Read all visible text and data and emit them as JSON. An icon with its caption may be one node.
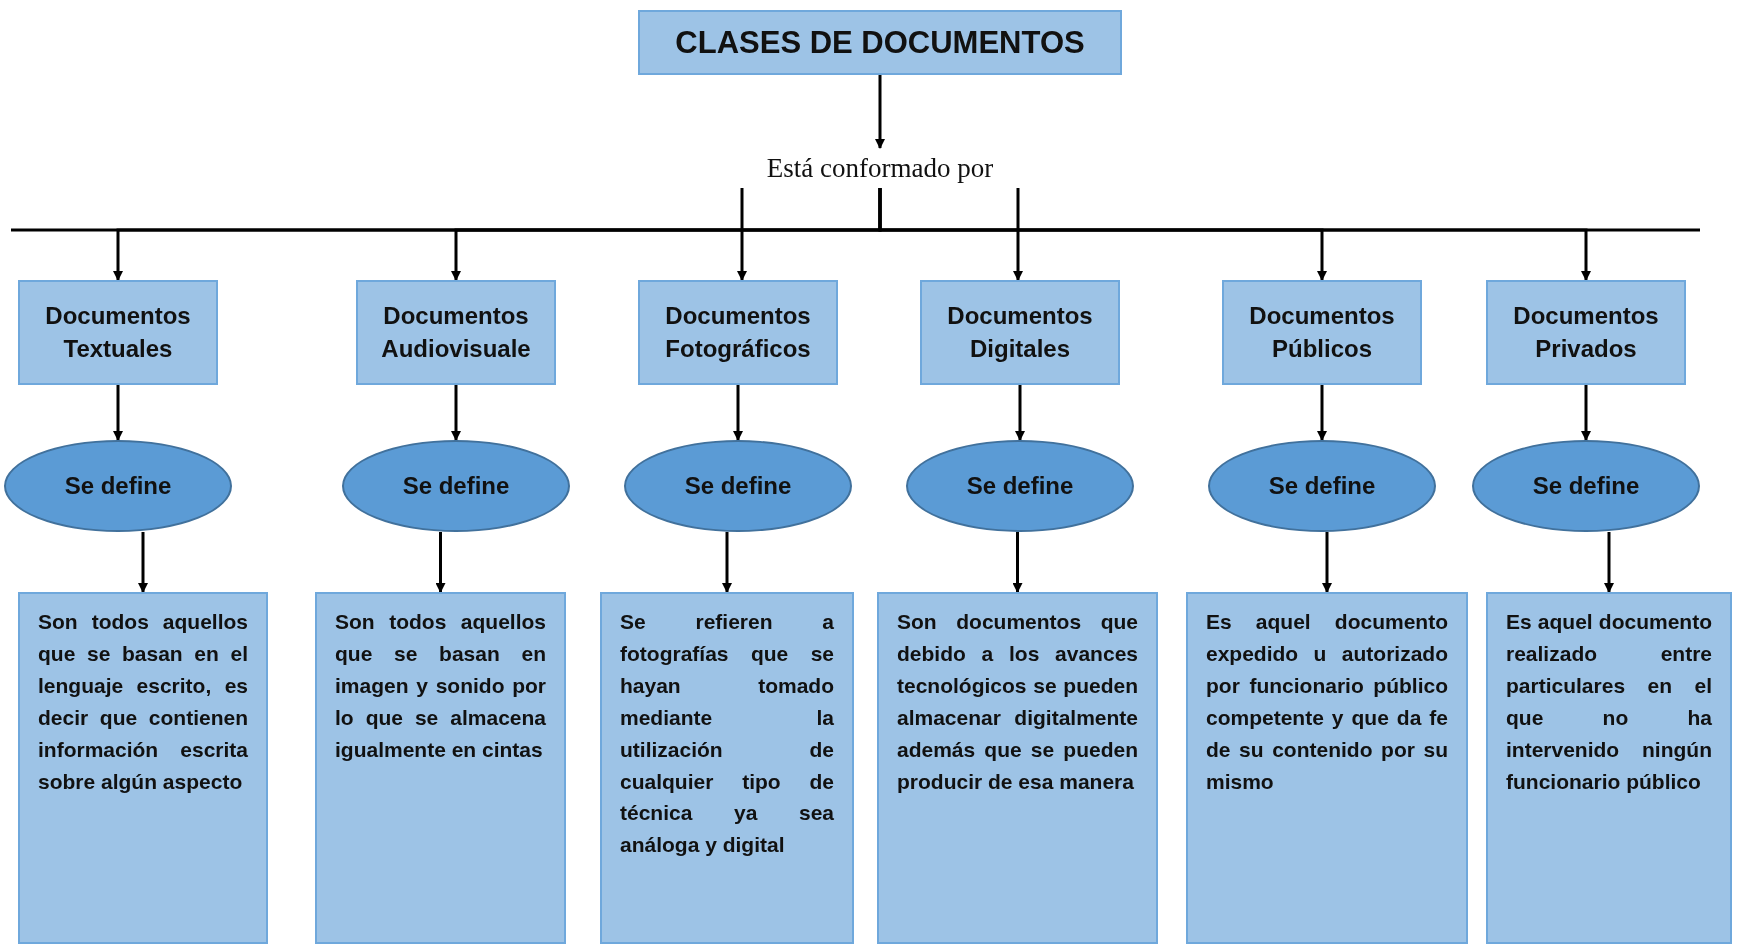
{
  "diagram": {
    "nodes": [
      {
        "text": [
          "CLASES DE DOCUMENTOS"
        ]
      },
      {
        "text": [
          "Está conformado por"
        ]
      },
      {
        "text": [
          "Documentos Textuales"
        ]
      },
      {
        "text": [
          "Se define"
        ]
      },
      {
        "text": [
          "Son todos aquellos que se basan en el lenguaje escrito, es decir que contienen información escrita sobre algún aspecto"
        ]
      },
      {
        "text": [
          "Documentos Audiovisuale"
        ]
      },
      {
        "text": [
          "Se define"
        ]
      },
      {
        "text": [
          "Son todos aquellos que se basan en imagen y sonido por lo que se almacena igualmente en cintas"
        ]
      },
      {
        "text": [
          "Documentos Fotográficos"
        ]
      },
      {
        "text": [
          "Se define"
        ]
      },
      {
        "text": [
          "Se refieren a fotografías que se hayan tomado mediante la utilización de cualquier tipo de técnica ya sea análoga y digital"
        ]
      },
      {
        "text": [
          "Documentos Digitales"
        ]
      },
      {
        "text": [
          "Se define"
        ]
      },
      {
        "text": [
          "Son documentos que debido a los avances tecnológicos se pueden almacenar digitalmente además que se pueden producir de esa manera"
        ]
      },
      {
        "text": [
          "Documentos Públicos"
        ]
      },
      {
        "text": [
          "Se define"
        ]
      },
      {
        "text": [
          "Es aquel documento expedido u autorizado por funcionario público competente y que da fe de su contenido por su mismo"
        ]
      },
      {
        "text": [
          "Documentos Privados"
        ]
      },
      {
        "text": [
          "Se define"
        ]
      },
      {
        "text": [
          "Es aquel documento realizado entre particulares en el que no ha intervenido ningún funcionario público"
        ]
      }
    ],
    "edges": [
      {
        "from": 0,
        "to": 1,
        "arrow": "to"
      },
      {
        "from": 1,
        "to": 2,
        "arrow": "to"
      },
      {
        "from": 1,
        "to": 5,
        "arrow": "to"
      },
      {
        "from": 1,
        "to": 8,
        "arrow": "to"
      },
      {
        "from": 1,
        "to": 11,
        "arrow": "to"
      },
      {
        "from": 1,
        "to": 14,
        "arrow": "to"
      },
      {
        "from": 1,
        "to": 17,
        "arrow": "to"
      },
      {
        "from": 2,
        "to": 3,
        "arrow": "to"
      },
      {
        "from": 3,
        "to": 4,
        "arrow": "to"
      },
      {
        "from": 5,
        "to": 6,
        "arrow": "to"
      },
      {
        "from": 6,
        "to": 7,
        "arrow": "to"
      },
      {
        "from": 8,
        "to": 9,
        "arrow": "to"
      },
      {
        "from": 9,
        "to": 10,
        "arrow": "to"
      },
      {
        "from": 11,
        "to": 12,
        "arrow": "to"
      },
      {
        "from": 12,
        "to": 13,
        "arrow": "to"
      },
      {
        "from": 14,
        "to": 15,
        "arrow": "to"
      },
      {
        "from": 15,
        "to": 16,
        "arrow": "to"
      },
      {
        "from": 17,
        "to": 18,
        "arrow": "to"
      },
      {
        "from": 18,
        "to": 19,
        "arrow": "to"
      }
    ]
  }
}
